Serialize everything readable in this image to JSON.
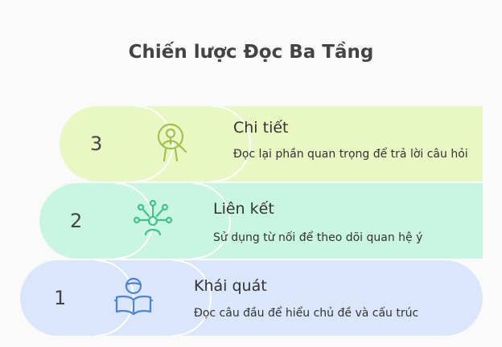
{
  "title": "Chiến lược Đọc Ba Tầng",
  "colors": {
    "tier3": "#e9f8c2",
    "tier3_icon": "#9ec24a",
    "tier2": "#c9f6e2",
    "tier2_icon": "#3ec48a",
    "tier1": "#dae6fb",
    "tier1_icon": "#4a86d8"
  },
  "tiers": [
    {
      "number": "3",
      "heading": "Chi tiết",
      "description": "Đọc lại phần quan trọng để trả lời câu hỏi",
      "icon": "magnifier-person-icon"
    },
    {
      "number": "2",
      "heading": "Liên kết",
      "description": "Sử dụng từ nối để theo dõi quan hệ ý",
      "icon": "network-person-icon"
    },
    {
      "number": "1",
      "heading": "Khái quát",
      "description": "Đọc câu đầu để hiểu chủ đề và cấu trúc",
      "icon": "reading-book-icon"
    }
  ]
}
